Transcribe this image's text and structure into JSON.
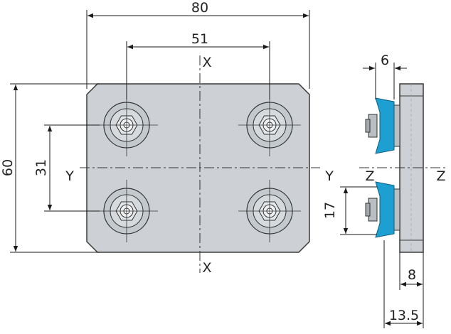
{
  "dimensions": {
    "width_total": "80",
    "bolt_spacing_x": "51",
    "height_total": "60",
    "bolt_spacing_y": "31",
    "wheel_width": "6",
    "wheel_spacing": "17",
    "plate_thickness": "8",
    "overall_depth": "13.5"
  },
  "axes": {
    "x_top": "X",
    "x_bottom": "X",
    "y_left": "Y",
    "y_right": "Y",
    "z_left": "Z",
    "z_right": "Z"
  },
  "colors": {
    "plate_fill": "#cdd1d5",
    "plate_stroke": "#3a3a3a",
    "wheel_blue": "#1e9fd2",
    "hub_fill": "#b9bec3",
    "line": "#1a1a1a"
  }
}
